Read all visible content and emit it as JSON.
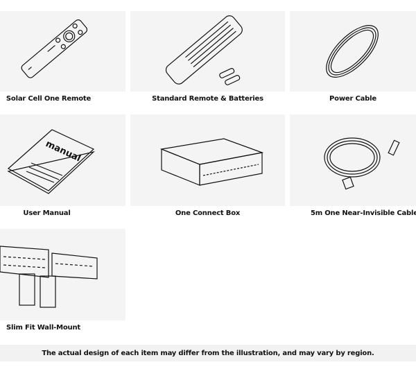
{
  "items": [
    {
      "label": "Solar Cell One Remote",
      "icon": "solar-remote-icon"
    },
    {
      "label": "Standard Remote & Batteries",
      "icon": "standard-remote-icon"
    },
    {
      "label": "Power Cable",
      "icon": "power-cable-icon"
    },
    {
      "label": "User Manual",
      "icon": "manual-icon",
      "illustration_text": "manual"
    },
    {
      "label": "One Connect Box",
      "icon": "connect-box-icon"
    },
    {
      "label": "5m One Near-Invisible Cable",
      "icon": "invisible-cable-icon"
    },
    {
      "label": "Slim Fit Wall-Mount",
      "icon": "wall-mount-icon"
    }
  ],
  "footer": {
    "note": "The actual design of each item may differ from the illustration, and may vary by region."
  }
}
